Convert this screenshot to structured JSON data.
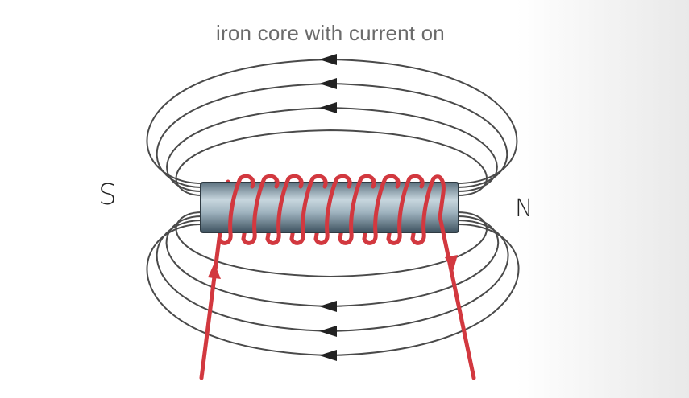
{
  "caption": "iron core with current on",
  "poles": {
    "south": "S",
    "north": "N"
  },
  "colors": {
    "field_lines": "#4a4a4a",
    "coil": "#d2383f",
    "core": "#8fa6b4"
  },
  "coil_turns": 9
}
